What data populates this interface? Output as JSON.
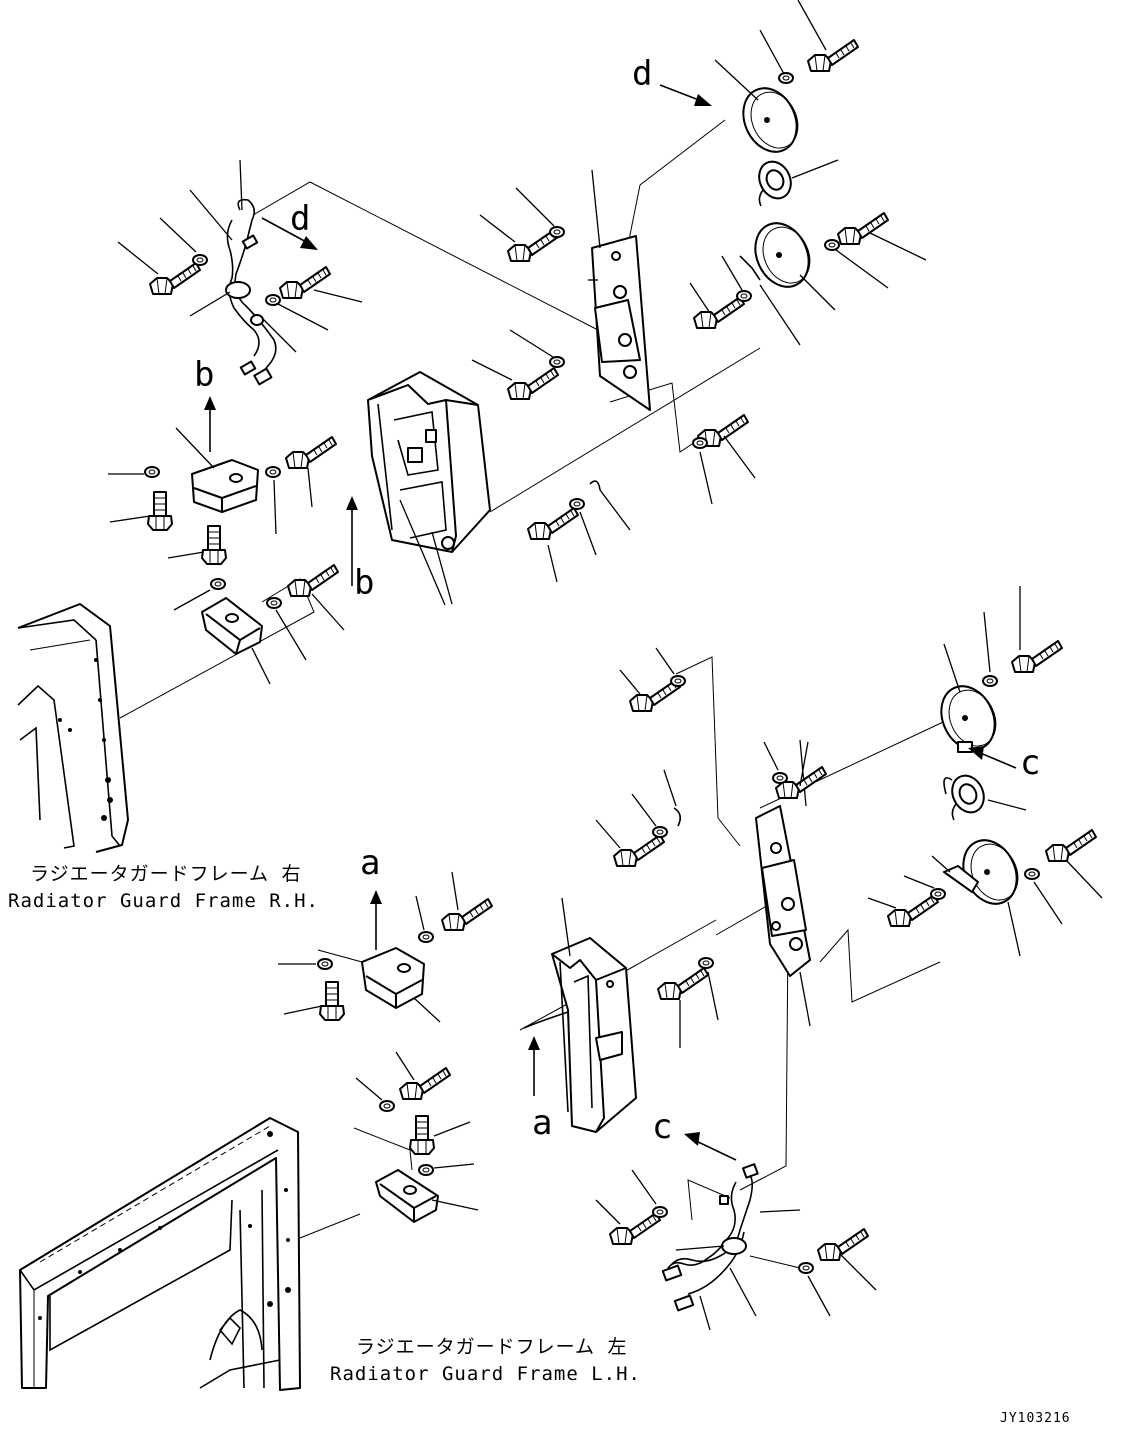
{
  "callouts": {
    "d_top": "d",
    "d_left": "d",
    "b_upper": "b",
    "b_lower": "b",
    "a_upper": "a",
    "a_lower": "a",
    "c_right": "c",
    "c_lower": "c"
  },
  "labels": {
    "rh_jp": "ラジエータガードフレーム 右",
    "rh_en": "Radiator Guard Frame R.H.",
    "lh_jp": "ラジエータガードフレーム 左",
    "lh_en": "Radiator Guard Frame L.H."
  },
  "drawing_code": "JY103216"
}
